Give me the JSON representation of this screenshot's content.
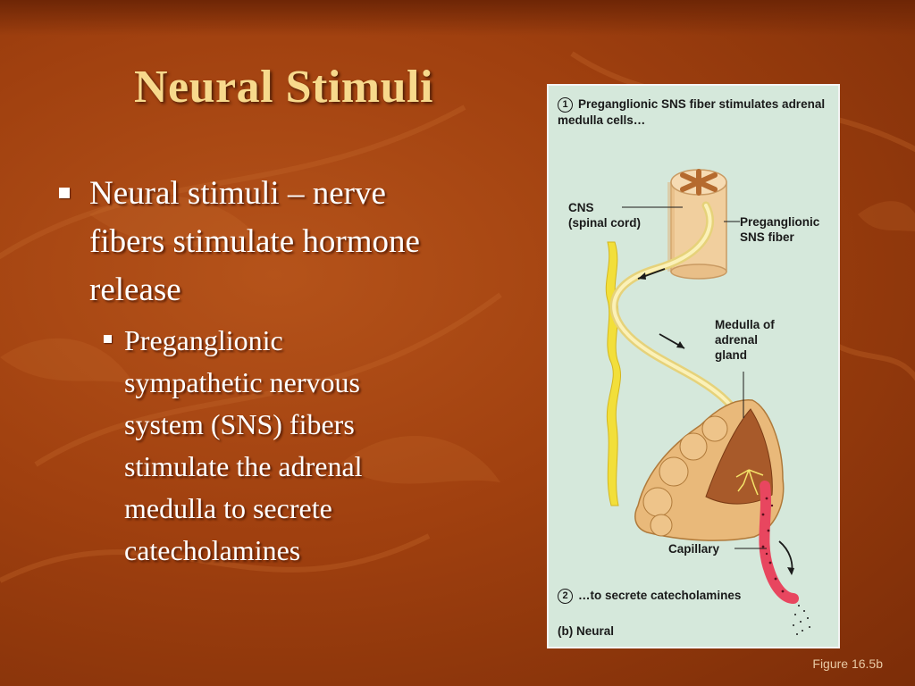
{
  "slide": {
    "title": "Neural Stimuli",
    "bullets": [
      {
        "text": "Neural stimuli – nerve fibers stimulate hormone release",
        "sub": [
          "Preganglionic sympathetic nervous system (SNS) fibers stimulate the adrenal medulla to secrete catecholamines"
        ]
      }
    ]
  },
  "figure": {
    "step1_num": "1",
    "step1_text": "Preganglionic SNS fiber stimulates adrenal medulla cells…",
    "label_cns": "CNS",
    "label_cns_sub": "(spinal cord)",
    "label_preganglionic": "Preganglionic",
    "label_preganglionic_sub": "SNS fiber",
    "label_medulla_1": "Medulla of",
    "label_medulla_2": "adrenal",
    "label_medulla_3": "gland",
    "label_capillary": "Capillary",
    "step2_num": "2",
    "step2_text": "…to secrete catecholamines",
    "panel_label": "(b) Neural",
    "colors": {
      "panel_bg": "#d5e8db",
      "nerve": "#f5e46a",
      "spinal_cord": "#f1cf9e",
      "adrenal": "#e9b97a",
      "medulla": "#a85a2a",
      "capillary": "#e8465f"
    }
  },
  "caption": "Figure 16.5b"
}
